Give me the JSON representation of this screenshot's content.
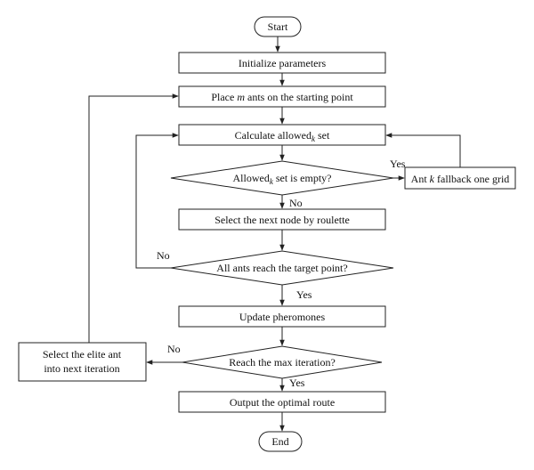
{
  "nodes": {
    "start": "Start",
    "init": "Initialize parameters",
    "place": {
      "before": "Place ",
      "var": "m",
      "after": " ants on the starting point"
    },
    "calc": {
      "before": "Calculate allowed",
      "sub": "k",
      "after": " set"
    },
    "empty": {
      "before": "Allowed",
      "sub": "k",
      "after": " set is empty?"
    },
    "fallback": {
      "before": "Ant ",
      "var": "k",
      "after": " fallback one grid"
    },
    "select": "Select the next node by roulette",
    "reach_target": "All ants reach the target point?",
    "update": "Update pheromones",
    "max_iter": "Reach the max iteration?",
    "elite_line1": "Select the elite ant",
    "elite_line2": "into next iteration",
    "output": "Output the optimal route",
    "end": "End"
  },
  "edge_labels": {
    "empty_yes": "Yes",
    "empty_no": "No",
    "target_no": "No",
    "target_yes": "Yes",
    "max_no": "No",
    "max_yes": "Yes"
  }
}
